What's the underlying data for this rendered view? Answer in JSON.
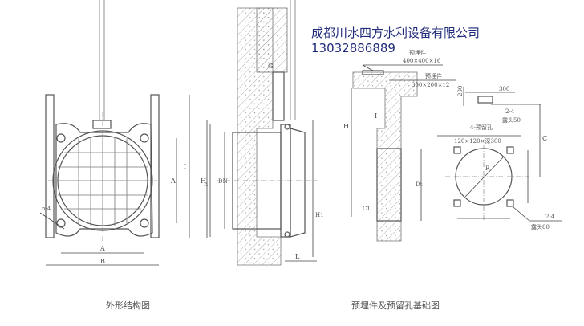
{
  "company": {
    "name": "成都川水四方水利设备有限公司",
    "phone": "13032886889",
    "color": "#1f2a7a"
  },
  "left_view": {
    "caption": "外形结构图",
    "labels": {
      "bolt": "n-4",
      "A": "A",
      "B": "B",
      "I": "I",
      "H": "H",
      "A2": "A"
    }
  },
  "middle_view": {
    "labels": {
      "G": "G",
      "DN": "DN",
      "h": "h",
      "L": "L",
      "H1": "H1"
    }
  },
  "right_view": {
    "caption": "预埋件及预留孔基础图",
    "embed1": {
      "title": "预埋件",
      "size": "400×400×16"
    },
    "embed2": {
      "title": "预埋件",
      "size": "300×200×12"
    },
    "dim_200": "200",
    "dim_300": "300",
    "anchor_top": {
      "count": "2-4",
      "note": "露头50"
    },
    "holes": {
      "count": "4-预留孔",
      "size": "120×120×深300"
    },
    "anchor_bottom": {
      "count": "2-4",
      "note": "露头80"
    },
    "labels": {
      "H": "H",
      "I": "I",
      "C1": "C1",
      "Dt": "Dt",
      "C": "C",
      "R": "R"
    }
  }
}
